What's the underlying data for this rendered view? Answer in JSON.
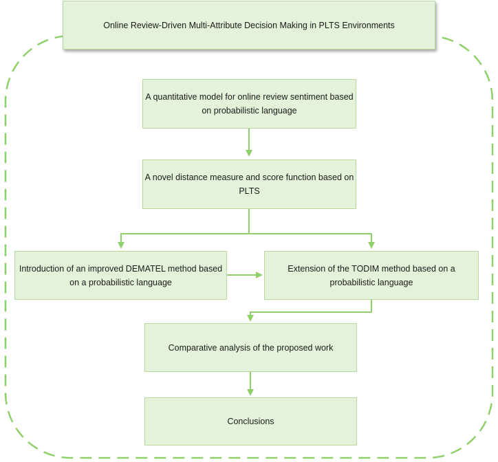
{
  "colors": {
    "box_fill": "#e4f2d9",
    "box_border": "#b7d9a0",
    "arrow": "#8fd06a",
    "dashed_frame": "#8fd06a"
  },
  "title": "Online Review-Driven Multi-Attribute Decision Making in PLTS Environments",
  "steps": {
    "step1": "A quantitative model for online review sentiment based on probabilistic language",
    "step2": "A novel distance measure and score function based on PLTS",
    "step3": "Introduction of an improved DEMATEL method based on a probabilistic language",
    "step4": "Extension of the TODIM method based on a probabilistic language",
    "step5": "Comparative analysis of the proposed work",
    "step6": "Conclusions"
  }
}
